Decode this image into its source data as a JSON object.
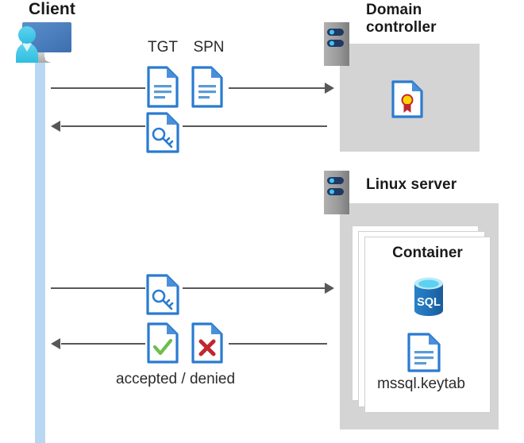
{
  "diagram": {
    "type": "kerberos-authentication-flow",
    "title_client": "Client",
    "actors": {
      "client": {
        "label": "Client",
        "icon": "user-monitor-icon"
      },
      "domain_controller": {
        "label": "Domain\ncontroller",
        "label_line1": "Domain",
        "label_line2": "controller",
        "icon": "server-rack-icon"
      },
      "linux_server": {
        "label": "Linux server",
        "icon": "server-rack-icon"
      }
    },
    "domain_controller_box": {
      "contents": [
        {
          "name": "certificate",
          "icon": "certificate-document-icon"
        }
      ]
    },
    "linux_server_box": {
      "container": {
        "label": "Container",
        "stack_count": 3,
        "contents": [
          {
            "name": "sql-database",
            "icon": "sql-database-icon",
            "label": "SQL"
          },
          {
            "name": "keytab-file",
            "icon": "document-icon",
            "label": "mssql.keytab"
          }
        ]
      }
    },
    "messages": [
      {
        "id": 1,
        "direction": "right",
        "from": "client",
        "to": "domain_controller",
        "icons": [
          {
            "label": "TGT",
            "icon": "document-lines-icon"
          },
          {
            "label": "SPN",
            "icon": "document-lines-icon"
          }
        ]
      },
      {
        "id": 2,
        "direction": "left",
        "from": "domain_controller",
        "to": "client",
        "icons": [
          {
            "label": "",
            "icon": "document-key-icon"
          }
        ]
      },
      {
        "id": 3,
        "direction": "right",
        "from": "client",
        "to": "linux_server",
        "icons": [
          {
            "label": "",
            "icon": "document-key-icon"
          }
        ]
      },
      {
        "id": 4,
        "direction": "left",
        "from": "linux_server",
        "to": "client",
        "caption": "accepted / denied",
        "icons": [
          {
            "label": "",
            "icon": "document-check-icon"
          },
          {
            "label": "",
            "icon": "document-x-icon"
          }
        ]
      }
    ],
    "labels": {
      "tgt": "TGT",
      "spn": "SPN",
      "container": "Container",
      "sql": "SQL",
      "keytab": "mssql.keytab",
      "accepted_denied": "accepted / denied"
    },
    "colors": {
      "lifeline": "#b8d7f2",
      "server_box": "#d4d4d4",
      "rack_body": "#9b9b9b",
      "rack_slot": "#1f3864",
      "rack_led": "#41c5f0",
      "doc_border": "#2a7bd0",
      "doc_fold": "#4a90d9",
      "doc_lines": "#5b9bd5",
      "connector": "#58585b",
      "check_green": "#6cbf4a",
      "x_red": "#c0272d",
      "sql_blue": "#1f6fb5",
      "sql_top": "#5ad2f0",
      "cert_gold": "#ffd400",
      "cert_ribbon": "#c0272d",
      "monitor_blue": "#4a7ebb",
      "person_cyan": "#45c8e8",
      "card_border": "#d0d0d0",
      "text": "#2b2b2b"
    }
  }
}
